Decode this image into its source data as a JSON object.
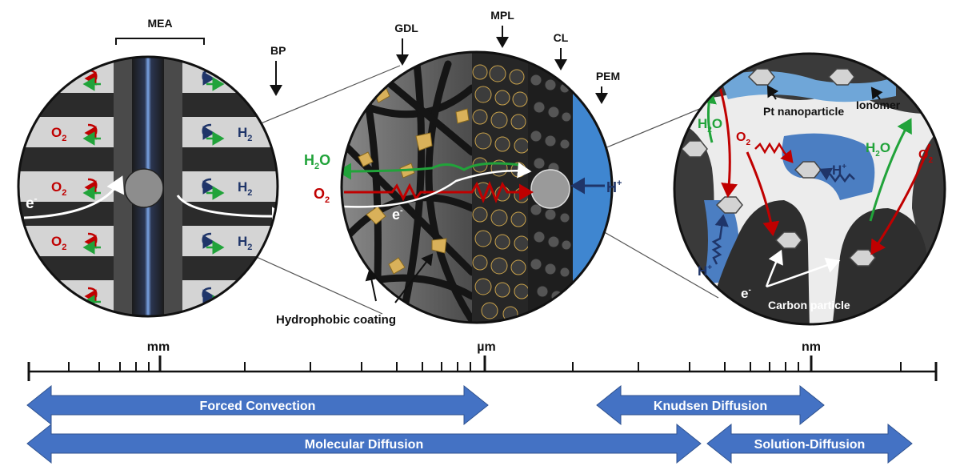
{
  "colors": {
    "dark_red": "#c00000",
    "green": "#21a33a",
    "navy": "#1f3569",
    "blue_arrow": "#4472c4",
    "ionomer_blue": "#6fa6d8",
    "pem_blue": "#3f86d0"
  },
  "panel_left": {
    "mea_label": "MEA",
    "bp_label": "BP",
    "e_label": "e",
    "e_sup": "-",
    "o2_main": "O",
    "o2_sub": "2",
    "h2_main": "H",
    "h2_sub": "2"
  },
  "panel_mid": {
    "gdl_label": "GDL",
    "mpl_label": "MPL",
    "cl_label": "CL",
    "pem_label": "PEM",
    "h2o_main": "H",
    "h2o_sub": "2",
    "h2o_end": "O",
    "o2_main": "O",
    "o2_sub": "2",
    "e_label": "e",
    "e_sup": "-",
    "hplus_main": "H",
    "hplus_sup": "+",
    "coating_label": "Hydrophobic coating"
  },
  "panel_right": {
    "pt_label": "Pt nanoparticle",
    "ionomer_label": "Ionomer",
    "h2o_a_main": "H",
    "h2o_a_sub": "2",
    "h2o_a_end": "O",
    "h2o_b_main": "H",
    "h2o_b_sub": "2",
    "h2o_b_end": "O",
    "o2_a_main": "O",
    "o2_a_sub": "2",
    "o2_b_main": "O",
    "o2_b_sub": "2",
    "hplus_a_main": "H",
    "hplus_a_sup": "+",
    "hplus_b_main": "H",
    "hplus_b_sup": "+",
    "e_label": "e",
    "e_sup": "-",
    "carbon_label": "Carbon particle"
  },
  "scale": {
    "mm": "mm",
    "um": "µm",
    "nm": "nm"
  },
  "mechanisms": {
    "forced_convection": "Forced Convection",
    "knudsen_diffusion": "Knudsen Diffusion",
    "molecular_diffusion": "Molecular Diffusion",
    "solution_diffusion": "Solution-Diffusion"
  }
}
